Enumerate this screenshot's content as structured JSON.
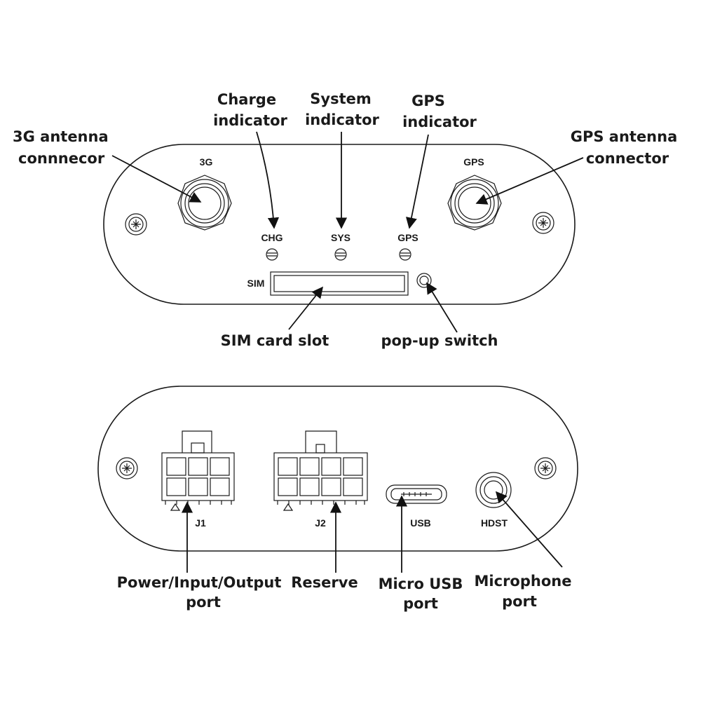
{
  "colors": {
    "line": "#1a1a1a",
    "background": "#ffffff"
  },
  "front_panel": {
    "labels": {
      "antenna_3g": "3G",
      "antenna_gps": "GPS",
      "chg": "CHG",
      "sys": "SYS",
      "gps_led": "GPS",
      "sim": "SIM"
    },
    "callouts": {
      "antenna_3g": [
        "3G antenna",
        "connnecor"
      ],
      "charge": [
        "Charge",
        "indicator"
      ],
      "system": [
        "System",
        "indicator"
      ],
      "gps_indicator": [
        "GPS",
        "indicator"
      ],
      "antenna_gps": [
        "GPS antenna",
        "connector"
      ],
      "sim_slot": [
        "SIM card slot"
      ],
      "popup_switch": [
        "pop-up switch"
      ]
    }
  },
  "back_panel": {
    "labels": {
      "j1": "J1",
      "j2": "J2",
      "usb": "USB",
      "hdst": "HDST"
    },
    "callouts": {
      "power_port": [
        "Power/Input/Output",
        "port"
      ],
      "reserve": [
        "Reserve"
      ],
      "micro_usb": [
        "Micro USB",
        "port"
      ],
      "microphone": [
        "Microphone",
        "port"
      ]
    }
  }
}
